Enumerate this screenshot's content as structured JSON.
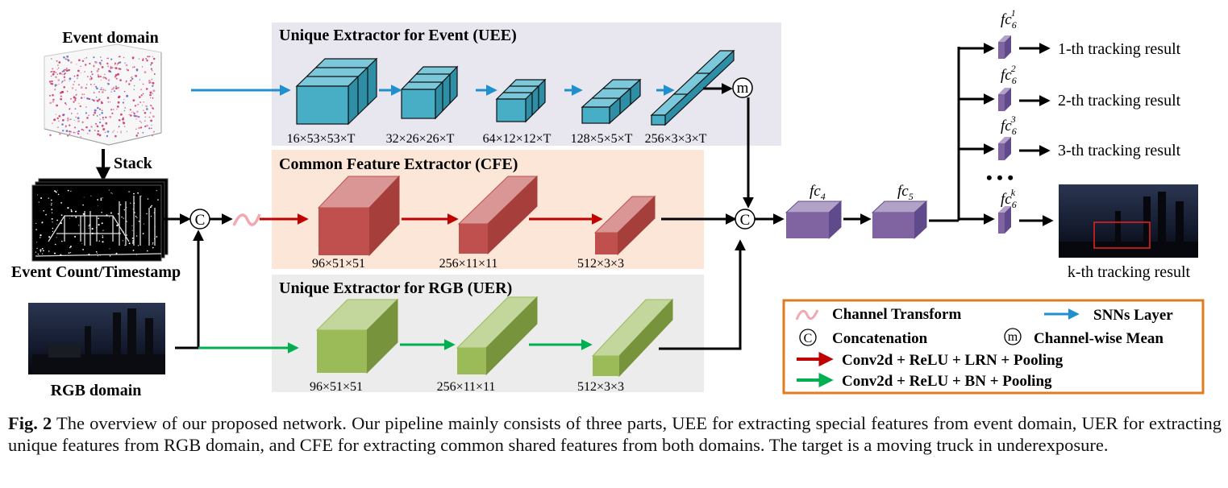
{
  "domains": {
    "event_domain": "Event domain",
    "stack": "Stack",
    "event_count": "Event Count/Timestamp",
    "rgb_domain": "RGB domain"
  },
  "uee": {
    "title": "Unique Extractor for Event (UEE)",
    "dims": [
      "16×53×53×T",
      "32×26×26×T",
      "64×12×12×T",
      "128×5×5×T",
      "256×3×3×T"
    ]
  },
  "cfe": {
    "title": "Common Feature Extractor (CFE)",
    "dims": [
      "96×51×51",
      "256×11×11",
      "512×3×3"
    ]
  },
  "uer": {
    "title": "Unique Extractor for RGB (UER)",
    "dims": [
      "96×51×51",
      "256×11×11",
      "512×3×3"
    ]
  },
  "symbols": {
    "concat": "C",
    "mean": "m"
  },
  "fc": {
    "fc4": "fc",
    "fc4_sub": "4",
    "fc5": "fc",
    "fc5_sub": "5",
    "fc6": "fc",
    "fc6_sub": "6",
    "fc6_sups": [
      "1",
      "2",
      "3",
      "k"
    ],
    "ellipsis": "• • •"
  },
  "results": [
    "1-th tracking result",
    "2-th tracking result",
    "3-th tracking result",
    "k-th tracking result"
  ],
  "legend": {
    "channel_transform": "Channel Transform",
    "snn_layer": "SNNs Layer",
    "concatenation": "Concatenation",
    "channel_mean": "Channel-wise Mean",
    "red_arrow": "Conv2d + ReLU + LRN + Pooling",
    "green_arrow": "Conv2d + ReLU + BN + Pooling"
  },
  "caption": {
    "label": "Fig. 2",
    "text": " The overview of our proposed network. Our pipeline mainly consists of three parts, UEE for extracting special features from event domain, UER for extracting unique features from RGB domain, and CFE for extracting common shared features from both domains. The target is a moving truck in underexposure."
  },
  "colors": {
    "uee_bg": "#e8e6ef",
    "cfe_bg": "#fbe6d8",
    "uer_bg": "#ececec",
    "uee_block": "#48aec6",
    "cfe_block": "#c0504d",
    "uer_block": "#9bbb59",
    "fc_block": "#8064a2",
    "blue_arrow": "#1f8fce",
    "red_arrow": "#c00000",
    "green_arrow": "#00b050",
    "legend_border": "#e07b20"
  }
}
